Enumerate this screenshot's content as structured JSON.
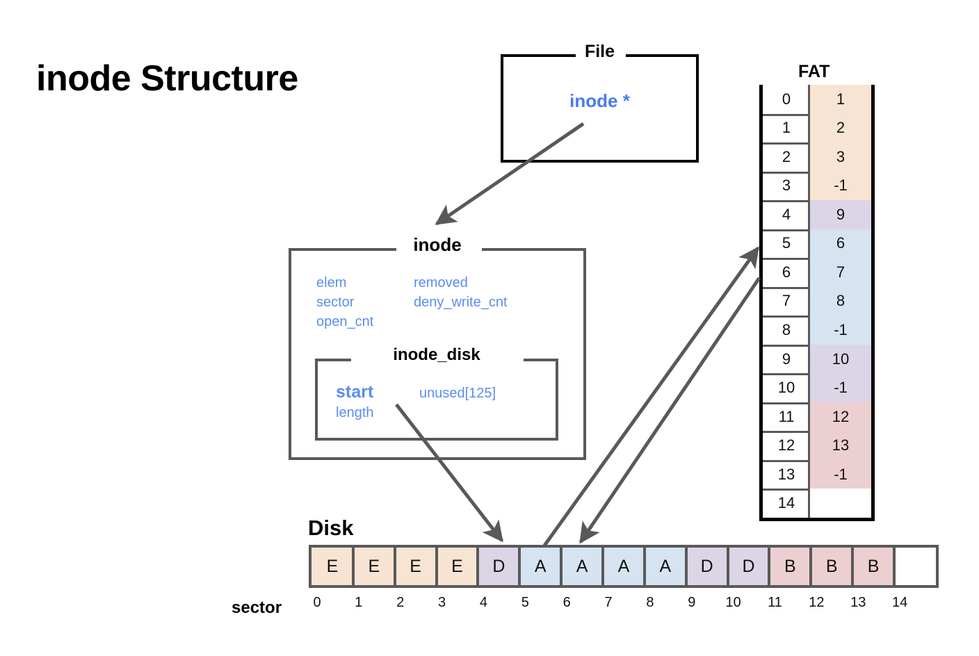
{
  "page": {
    "title": "inode Structure"
  },
  "file_box": {
    "caption": "File",
    "field": "inode *"
  },
  "inode_box": {
    "caption": "inode",
    "fields_left": [
      "elem",
      "sector",
      "open_cnt"
    ],
    "fields_right": [
      "removed",
      "deny_write_cnt"
    ]
  },
  "inode_disk_box": {
    "caption": "inode_disk",
    "fields_left_strong": "start",
    "fields_left_plain": "length",
    "fields_right": [
      "unused[125]"
    ]
  },
  "fat": {
    "caption": "FAT",
    "rows": [
      {
        "index": "0",
        "value": "1",
        "color": "#f7e4d2"
      },
      {
        "index": "1",
        "value": "2",
        "color": "#f7e4d2"
      },
      {
        "index": "2",
        "value": "3",
        "color": "#f7e4d2"
      },
      {
        "index": "3",
        "value": "-1",
        "color": "#f7e4d2"
      },
      {
        "index": "4",
        "value": "9",
        "color": "#dcd5e6"
      },
      {
        "index": "5",
        "value": "6",
        "color": "#d6e3f0"
      },
      {
        "index": "6",
        "value": "7",
        "color": "#d6e3f0"
      },
      {
        "index": "7",
        "value": "8",
        "color": "#d6e3f0"
      },
      {
        "index": "8",
        "value": "-1",
        "color": "#d6e3f0"
      },
      {
        "index": "9",
        "value": "10",
        "color": "#dcd5e6"
      },
      {
        "index": "10",
        "value": "-1",
        "color": "#dcd5e6"
      },
      {
        "index": "11",
        "value": "12",
        "color": "#eccfd0"
      },
      {
        "index": "12",
        "value": "13",
        "color": "#eccfd0"
      },
      {
        "index": "13",
        "value": "-1",
        "color": "#eccfd0"
      },
      {
        "index": "14",
        "value": "",
        "color": "#ffffff"
      }
    ]
  },
  "disk": {
    "caption": "Disk",
    "sector_label": "sector",
    "cells": [
      {
        "label": "E",
        "color": "#f7e4d2"
      },
      {
        "label": "E",
        "color": "#f7e4d2"
      },
      {
        "label": "E",
        "color": "#f7e4d2"
      },
      {
        "label": "E",
        "color": "#f7e4d2"
      },
      {
        "label": "D",
        "color": "#dcd5e6"
      },
      {
        "label": "A",
        "color": "#d6e3f0"
      },
      {
        "label": "A",
        "color": "#d6e3f0"
      },
      {
        "label": "A",
        "color": "#d6e3f0"
      },
      {
        "label": "A",
        "color": "#d6e3f0"
      },
      {
        "label": "D",
        "color": "#dcd5e6"
      },
      {
        "label": "D",
        "color": "#dcd5e6"
      },
      {
        "label": "B",
        "color": "#eccfd0"
      },
      {
        "label": "B",
        "color": "#eccfd0"
      },
      {
        "label": "B",
        "color": "#eccfd0"
      },
      {
        "label": "",
        "color": "#ffffff"
      }
    ],
    "sector_ticks": [
      "0",
      "1",
      "2",
      "3",
      "4",
      "5",
      "6",
      "7",
      "8",
      "9",
      "10",
      "11",
      "12",
      "13",
      "14"
    ]
  },
  "colors": {
    "field_blue": "#5b8def",
    "accent_blue": "#4a7bec",
    "box_gray": "#595959",
    "peach": "#f7e4d2",
    "blue_block": "#d6e3f0",
    "purple_block": "#dcd5e6",
    "pink_block": "#eccfd0"
  },
  "arrows": [
    {
      "name": "file-to-inode",
      "from": "inode * field in File box",
      "to": "inode box"
    },
    {
      "name": "start-to-disk",
      "from": "start field in inode_disk",
      "to": "disk sector 4"
    },
    {
      "name": "disk-to-fat",
      "from": "disk sector 5",
      "to": "FAT row 5"
    },
    {
      "name": "fat-to-disk",
      "from": "FAT row 6",
      "to": "disk sector 6"
    }
  ]
}
